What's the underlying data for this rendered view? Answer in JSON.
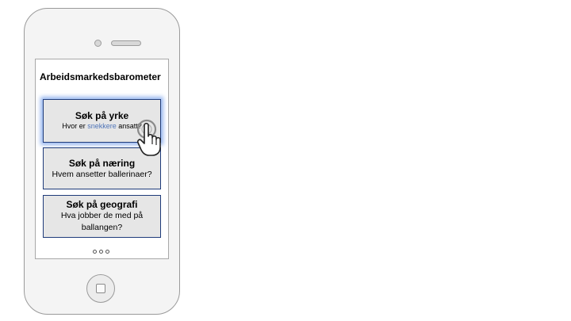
{
  "screen": {
    "title": "Arbeidsmarkedsbarometer",
    "cards": [
      {
        "heading": "Søk på yrke",
        "sub_pre": "Hvor er ",
        "sub_highlight": "snekkere",
        "sub_post": " ansatt?"
      },
      {
        "heading": "Søk på næring",
        "sub": "Hvem ansetter ballerinaer?"
      },
      {
        "heading": "Søk på geografi",
        "sub_line1": "Hva jobber de med på",
        "sub_line2": "ballangen?"
      }
    ],
    "page_indicator": {
      "count": 3,
      "active": null
    }
  },
  "colors": {
    "card_border": "#1f3b7a",
    "highlight": "#4f74b8",
    "card_bg": "#e6e6e6",
    "glow": "#78a0eb"
  },
  "icons": {
    "cursor": "hand-pointer-icon",
    "home": "home-button-icon"
  }
}
